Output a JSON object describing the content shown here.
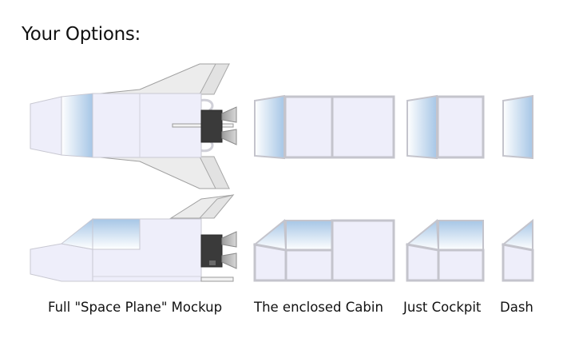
{
  "heading": "Your Options:",
  "options": [
    {
      "id": "full-mockup",
      "label": "Full \"Space Plane\" Mockup"
    },
    {
      "id": "enclosed-cabin",
      "label": "The enclosed Cabin"
    },
    {
      "id": "just-cockpit",
      "label": "Just Cockpit"
    },
    {
      "id": "dash",
      "label": "Dash"
    }
  ],
  "colors": {
    "panel_fill": "#eeeefa",
    "frame": "#c4c4cc",
    "window_blue": "#a6c6e6",
    "wing_fill": "#ececec",
    "engine_dark": "#3a3a3a"
  }
}
